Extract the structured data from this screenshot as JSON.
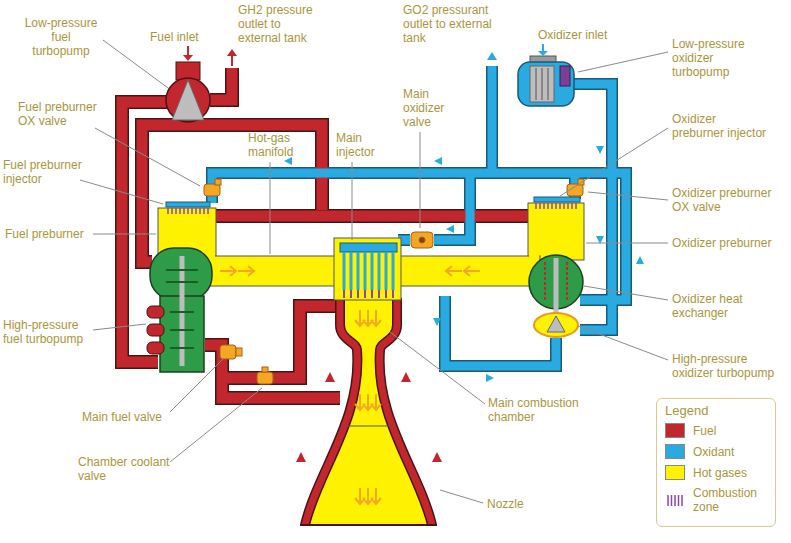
{
  "diagram": {
    "nodes": [
      {
        "text": [
          "Legend"
        ]
      }
    ],
    "labels": [
      "Low-pressure fuel turbopump",
      "Fuel inlet",
      "GH2 pressure outlet to external tank",
      "GO2 pressurant outlet to external tank",
      "Oxidizer inlet",
      "Low-pressure oxidizer turbopump",
      "Fuel preburner OX valve",
      "Hot-gas manifold",
      "Main injector",
      "Main oxidizer valve",
      "Oxidizer preburner injector",
      "Fuel preburner injector",
      "Oxidizer preburner OX valve",
      "Fuel preburner",
      "Oxidizer preburner",
      "Oxidizer heat exchanger",
      "High-pressure fuel turbopump",
      "High-pressure oxidizer turbopump",
      "Main fuel valve",
      "Main combustion chamber",
      "Chamber coolant valve",
      "Nozzle"
    ],
    "legend": [
      {
        "text": "Fuel",
        "color": "#c1272d"
      },
      {
        "text": "Oxidant",
        "color": "#29abe2"
      },
      {
        "text": "Hot gases",
        "color": "#fff200"
      },
      {
        "text": "Combustion zone"
      }
    ]
  }
}
